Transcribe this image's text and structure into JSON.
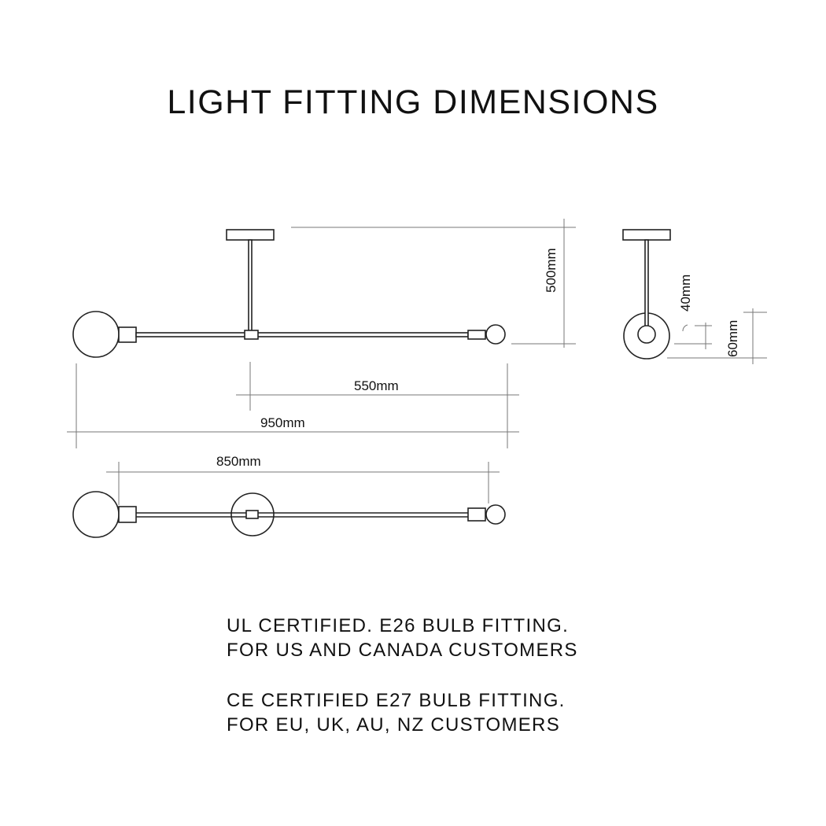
{
  "title": "LIGHT FITTING DIMENSIONS",
  "dimensions": {
    "height": "500mm",
    "center_to_end": "550mm",
    "overall_width": "950mm",
    "bulb_spacing": "850mm",
    "small_bulb": "40mm",
    "canopy_disc": "60mm"
  },
  "notes": [
    {
      "line1": "UL CERTIFIED. E26 BULB FITTING.",
      "line2": "FOR US AND CANADA CUSTOMERS"
    },
    {
      "line1": "CE CERTIFIED E27 BULB FITTING.",
      "line2": "FOR EU, UK, AU, NZ CUSTOMERS"
    }
  ]
}
